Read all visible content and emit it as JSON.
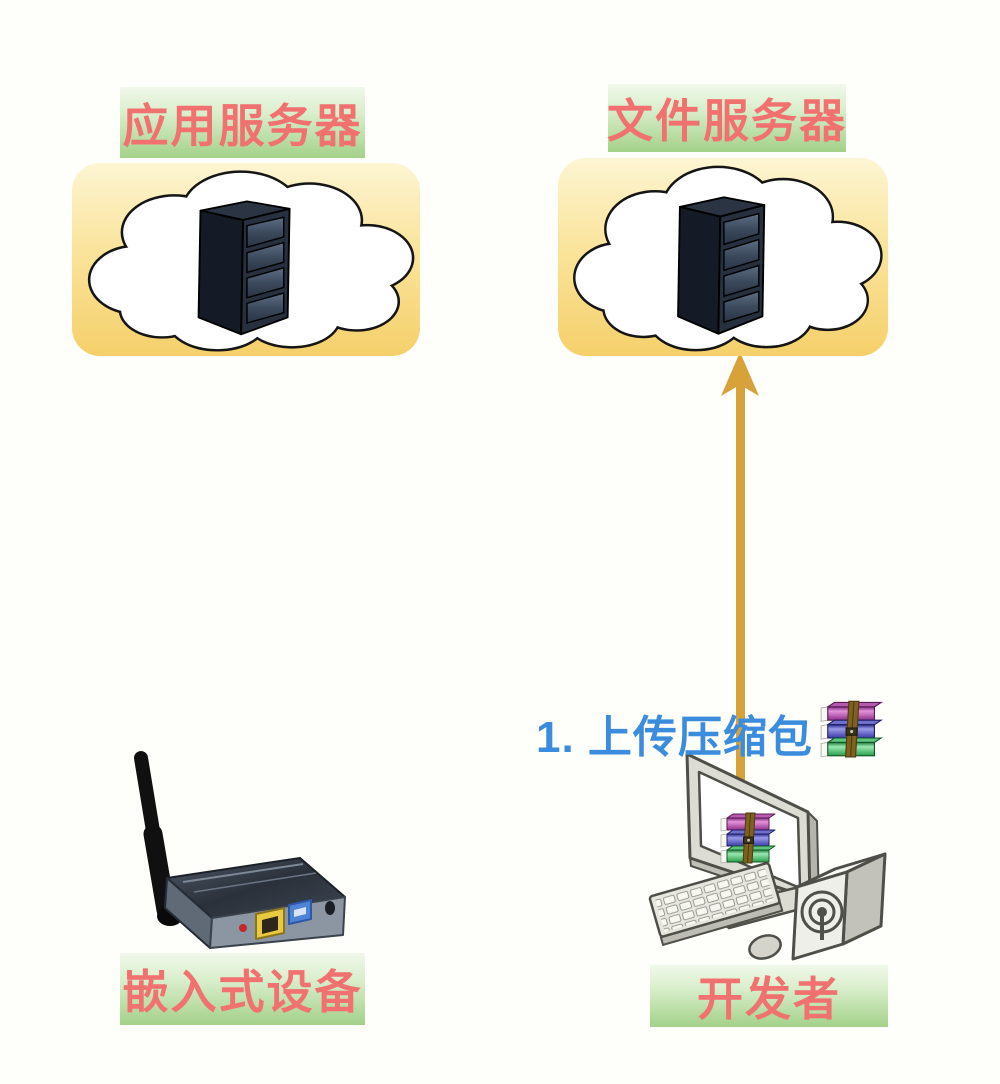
{
  "diagram": {
    "nodes": {
      "app_server": {
        "label": "应用服务器",
        "icon": "server-tower-in-cloud"
      },
      "file_server": {
        "label": "文件服务器",
        "icon": "server-tower-in-cloud"
      },
      "embedded_device": {
        "label": "嵌入式设备",
        "icon": "wireless-router-antenna"
      },
      "developer": {
        "label": "开发者",
        "icon": "desktop-computer-with-speaker"
      }
    },
    "flow": {
      "step1": {
        "label": "1. 上传压缩包",
        "from": "developer",
        "to": "file_server"
      }
    },
    "icons": {
      "winrar_archive": "winrar-stacked-books",
      "cloud": "cloud-outline",
      "server": "server-tower",
      "computer": "desktop-with-speaker",
      "device": "wireless-router-antenna"
    },
    "colors": {
      "label_text": "#F0716F",
      "label_bg_top": "#F1F8EB",
      "label_bg_bottom": "#A3D189",
      "cloud_box_top": "#FDF5D3",
      "cloud_box_bottom": "#F5D06B",
      "arrow": "#D8A23A",
      "flow_text": "#3C8CDE",
      "background": "#FEFEFA"
    }
  }
}
